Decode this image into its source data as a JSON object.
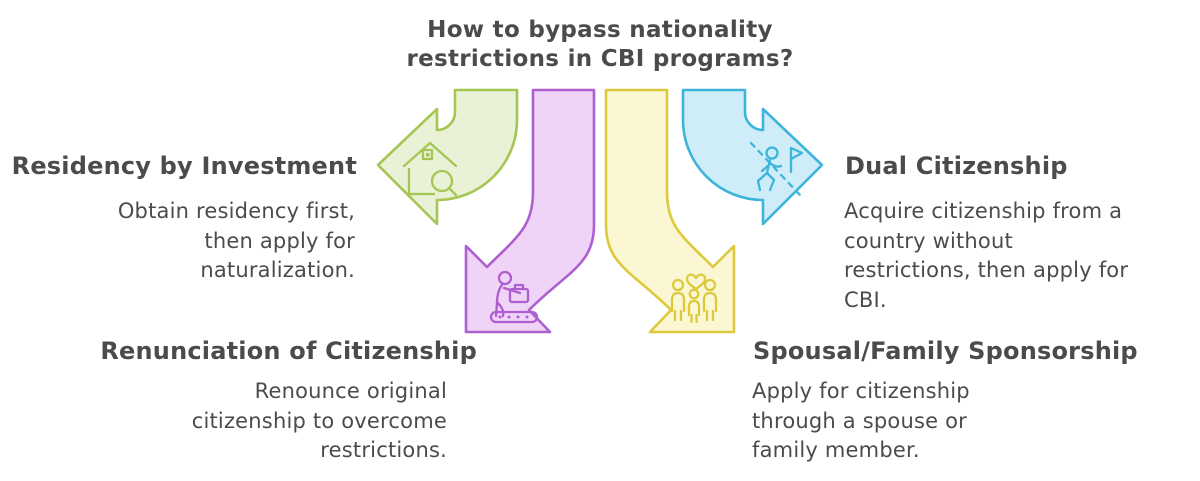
{
  "title": {
    "line1": "How to bypass nationality",
    "line2": "restrictions in CBI programs?"
  },
  "text_color": "#4b4b4d",
  "items": [
    {
      "heading": "Residency by Investment",
      "body": "Obtain residency first,\nthen apply for\nnaturalization.",
      "icon": "house-search-icon",
      "arrow_direction": "left",
      "fill": "#e9f2d6",
      "stroke": "#a5c653"
    },
    {
      "heading": "Renunciation of Citizenship",
      "body": "Renounce original\ncitizenship to overcome\nrestrictions.",
      "icon": "luggage-conveyor-icon",
      "arrow_direction": "down-left",
      "fill": "#f0d4f8",
      "stroke": "#ae5fd0"
    },
    {
      "heading": "Spousal/Family Sponsorship",
      "body": "Apply for citizenship\nthrough a spouse or\nfamily member.",
      "icon": "family-heart-icon",
      "arrow_direction": "down-right",
      "fill": "#fbf7d3",
      "stroke": "#ddc93c"
    },
    {
      "heading": "Dual Citizenship",
      "body": "Acquire citizenship from a\ncountry without\nrestrictions, then apply for\nCBI.",
      "icon": "walk-to-flag-icon",
      "arrow_direction": "right",
      "fill": "#cfedf9",
      "stroke": "#3cb4db"
    }
  ]
}
